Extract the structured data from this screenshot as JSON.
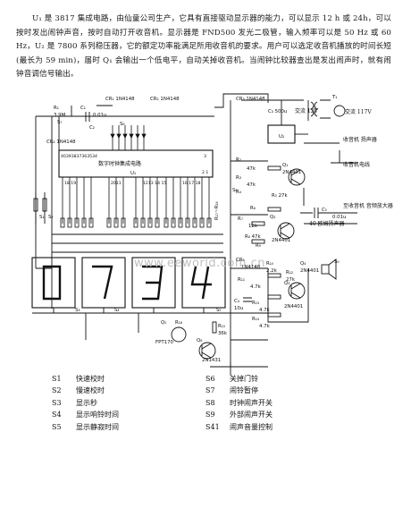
{
  "description": {
    "text": "U₁ 是 3817 集成电路，由仙童公司生产，它具有直接驱动显示器的能力，可以显示 12 h 或 24h，可以按时发出闹钟声音，按时自动打开收音机。显示器是 FND500 发光二极管，输入频率可以是 50 Hz 或 60 Hz，U₂ 是 7800 系列稳压器，它的额定功率能满足所用收音机的要求。用户可以选定收音机播放的时间长短(最长为 59 min)，届时 Q₁ 会输出一个低电平，自动关掉收音机。当闹钟比较器查出是发出闹声时，就有闹钟音调信号输出。"
  },
  "diagram": {
    "chip_u1": {
      "pins_left": "40393837363534",
      "title": "数字时钟集成电路",
      "designator": "U₁",
      "pins_bottom_a": "18 19",
      "pins_bottom_b": "2011",
      "pins_bottom_c": "1213 14 15",
      "pins_bottom_d": "16 17 18",
      "pins_right_top": "3",
      "pins_right_bottom": "2 1"
    },
    "u2": "U₂",
    "display_digits": [
      "0",
      "7",
      "3",
      "4"
    ],
    "components": {
      "cr1": "CR₁ 1N4148",
      "cr2": "CR₂ 1N4148",
      "cr3": "CR₃ 1N4148",
      "cr4": "CR₄ 1N4148",
      "r1": "R₁",
      "r1_value": "3.9M",
      "c1": "C₁",
      "c1_value": "0.01u",
      "c2": "C₂",
      "c3": "C₃ 500u",
      "t1": "T₁",
      "vac_in": "交流 117V",
      "vac_12": "交流 12V",
      "r2": "R₂",
      "r2_value": "47k",
      "r3": "R₃",
      "r3_value": "47k",
      "r4_label": "R₄",
      "r5": "R₅ 27k",
      "r6": "R₆",
      "r7": "R₇",
      "r7_value": "12k",
      "r8": "R₈ 47k",
      "r9": "R₉",
      "r10": "R₁₀",
      "r10_value": "2.2k",
      "r11": "R₁₁",
      "r11_value": "4.7k",
      "r12": "R₁₂",
      "r12_value": "27k",
      "r13": "R₁₃",
      "r13_value": "4.7k",
      "r14": "R₁₄",
      "r14_value": "4.7k",
      "r15": "R₁₅",
      "r15_value": "36k",
      "r16": "R₁₆",
      "r_bank": "R₁₇~R₂₆",
      "c4": "C₄",
      "c4_value": "10u",
      "c5": "C₅",
      "c5_value": "0.01u",
      "cr5": "CR₅",
      "cr5_type": "1N4148",
      "q1": "Q₁",
      "q1_type": "2N4401",
      "q2": "Q₂",
      "q2_type": "2N4401",
      "q3": "Q₃",
      "q3_type": "2N4401",
      "q4": "Q₄",
      "q4_type": "2N4401",
      "q5": "Q₅",
      "q5_type": "FPT170",
      "q6": "Q₆",
      "q6_type": "2N1431",
      "s1": "S₁",
      "s2": "S₂",
      "s3": "S₃",
      "s4": "S₄",
      "s5": "S₅",
      "s6": "S₆",
      "s7": "S₇",
      "s8": "S₈",
      "s9": "S₉",
      "speaker": "收音机 扬声器",
      "radio_line": "收音机电线",
      "to_amp": "至收音机 音频放大器",
      "alarm_spk": "40 欧姆扬声器"
    },
    "watermark": "www.eeworld.com.cn"
  },
  "legend": {
    "left": [
      {
        "code": "S1",
        "desc": "快速校时"
      },
      {
        "code": "S2",
        "desc": "慢速校时"
      },
      {
        "code": "S3",
        "desc": "显示秒"
      },
      {
        "code": "S4",
        "desc": "显示响铃时间"
      },
      {
        "code": "S5",
        "desc": "显示静寂时间"
      }
    ],
    "right": [
      {
        "code": "S6",
        "desc": "关掉门铃"
      },
      {
        "code": "S7",
        "desc": "闹铃暂停"
      },
      {
        "code": "S8",
        "desc": "时钟闹声开关"
      },
      {
        "code": "S9",
        "desc": "外部闹声开关"
      },
      {
        "code": "S41",
        "desc": "闹声音量控制"
      }
    ]
  }
}
